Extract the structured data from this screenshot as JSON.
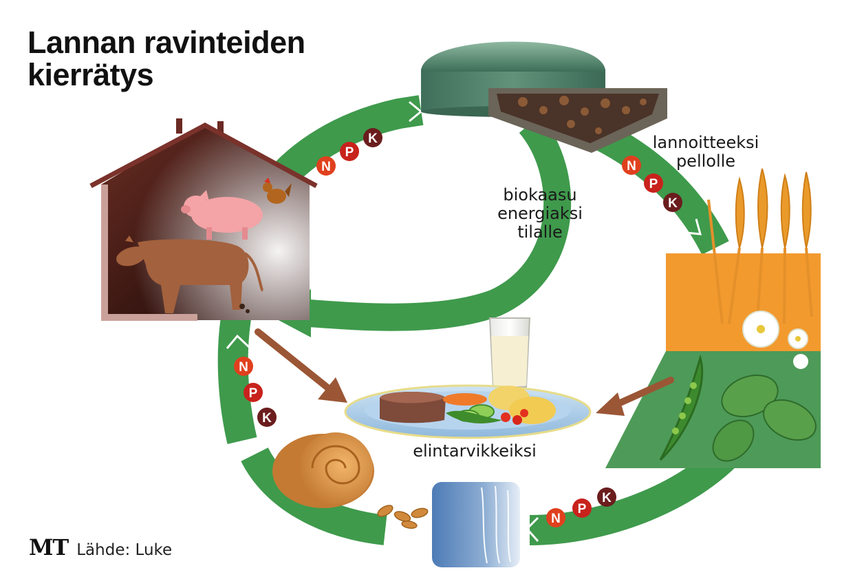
{
  "title": {
    "line1": "Lannan ravinteiden",
    "line2": "kierrätys"
  },
  "labels": {
    "biogas": {
      "line1": "biokaasu",
      "line2": "energiaksi",
      "line3": "tilalle"
    },
    "fertilizer": {
      "line1": "lannoitteeksi",
      "line2": "pellolle"
    },
    "food": "elintarvikkeiksi"
  },
  "nutrients": {
    "n": "N",
    "p": "P",
    "k": "K"
  },
  "footer": {
    "brand": "MT",
    "source": "Lähde: Luke"
  },
  "colors": {
    "cycle_green": "#3f9a4c",
    "n_badge": "#e0401e",
    "p_badge": "#c8221c",
    "k_badge": "#6b1d1d",
    "food_arrow": "#9b5635",
    "field_orange": "#f29a2e",
    "field_green": "#4e9a58"
  },
  "icons": [
    "barn-icon",
    "pig-icon",
    "cow-icon",
    "chicken-icon",
    "biogas-digester-icon",
    "manure-storage-icon",
    "wheat-icon",
    "potato-flower-icon",
    "pea-pod-icon",
    "clover-icon",
    "silage-bale-icon",
    "hay-bale-icon",
    "grain-icon",
    "milk-glass-icon",
    "food-plate-icon"
  ]
}
